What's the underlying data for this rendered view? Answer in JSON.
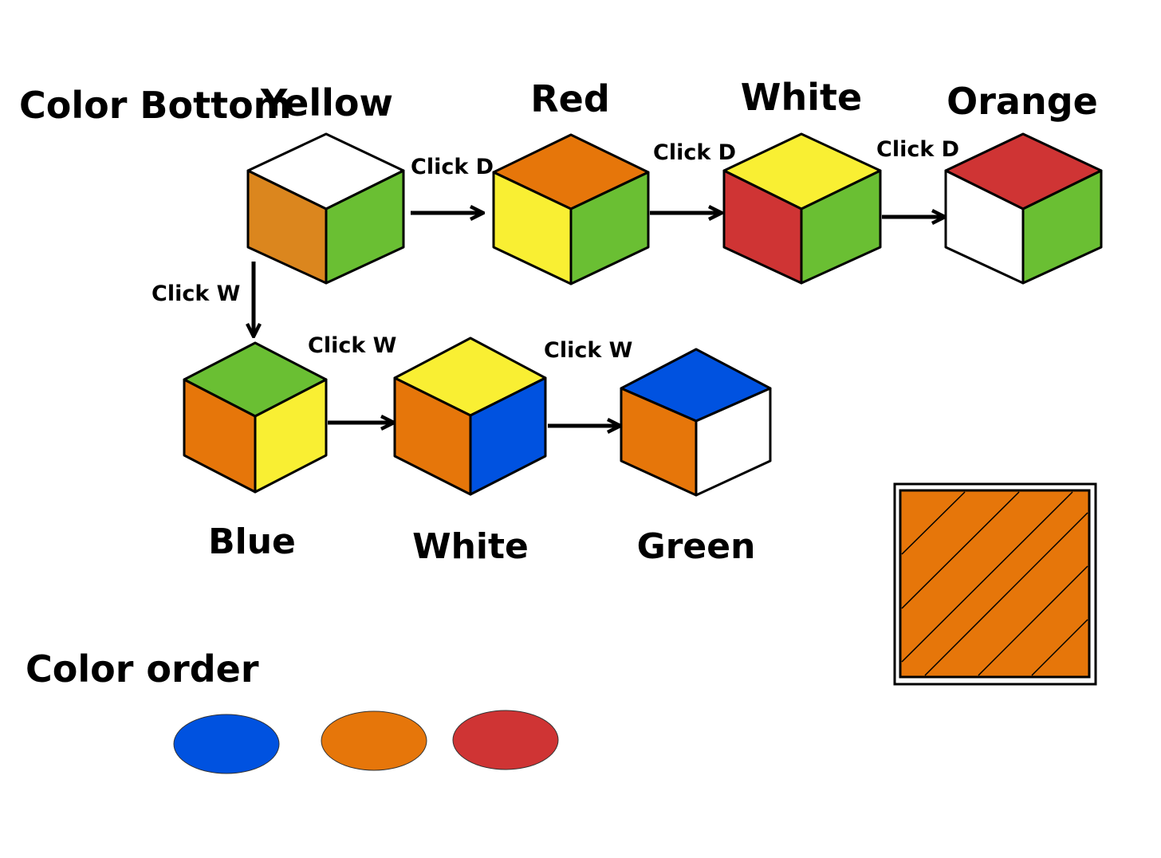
{
  "color_bottom_label": "Color Bottom",
  "color_order_label": "Color order",
  "steps": {
    "start": {
      "bottom": "Yellow",
      "top": "#ffffff",
      "left": "#db861e",
      "right": "#6abf33"
    },
    "d1": {
      "action": "Click D",
      "bottom": "Red",
      "top": "#e6760a",
      "left": "#f9ef33",
      "right": "#6abf33"
    },
    "d2": {
      "action": "Click D",
      "bottom": "White",
      "top": "#f9ef33",
      "left": "#cf3434",
      "right": "#6abf33"
    },
    "d3": {
      "action": "Click D",
      "bottom": "Orange",
      "top": "#cf3434",
      "left": "#ffffff",
      "right": "#6abf33"
    },
    "w1": {
      "action": "Click W",
      "bottom": "Blue",
      "top": "#6abf33",
      "left": "#e6760a",
      "right": "#f9ef33"
    },
    "w2": {
      "action": "Click W",
      "bottom": "White",
      "top": "#f9ef33",
      "left": "#e6760a",
      "right": "#0052e0"
    },
    "w3": {
      "action": "Click W",
      "bottom": "Green",
      "top": "#0052e0",
      "left": "#e6760a",
      "right": "#ffffff"
    }
  },
  "color_order": [
    {
      "name": "blue",
      "color": "#0052e0"
    },
    {
      "name": "orange",
      "color": "#e6760a"
    },
    {
      "name": "red",
      "color": "#cf3434"
    }
  ],
  "panel": {
    "fill": "#e6760a",
    "pattern": "diagonal-stripes"
  }
}
